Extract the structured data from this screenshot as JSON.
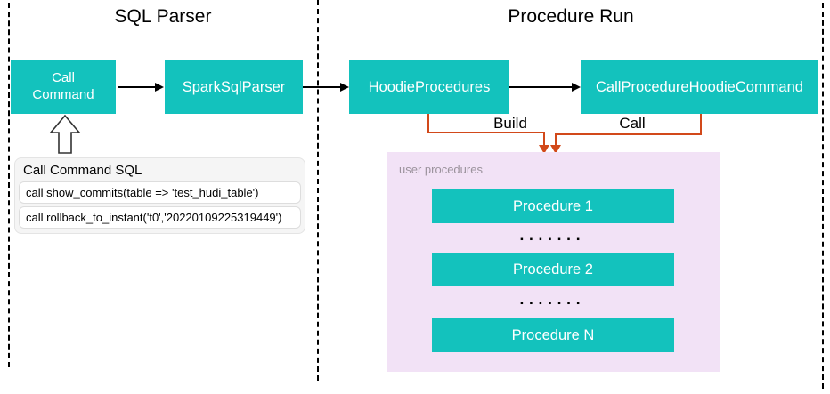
{
  "sections": {
    "left_title": "SQL Parser",
    "right_title": "Procedure Run"
  },
  "nodes": {
    "call_command": "Call Command",
    "spark_sql_parser": "SparkSqlParser",
    "hoodie_procedures": "HoodieProcedures",
    "call_procedure_hoodie_command": "CallProcedureHoodieCommand"
  },
  "edges": {
    "build_label": "Build",
    "call_label": "Call"
  },
  "sql_panel": {
    "title": "Call Command SQL",
    "statements": [
      "call show_commits(table => 'test_hudi_table')",
      "call rollback_to_instant('t0','20220109225319449')"
    ]
  },
  "user_procedures": {
    "label": "user procedures",
    "items": [
      "Procedure 1",
      "Procedure 2",
      "Procedure N"
    ],
    "ellipsis": "▪▪▪▪▪▪▪"
  },
  "colors": {
    "node_fill": "#13C2BD",
    "connector_orange": "#D2491A",
    "procedures_panel_fill": "#F2E2F6",
    "sql_panel_fill": "#F5F5F5"
  }
}
